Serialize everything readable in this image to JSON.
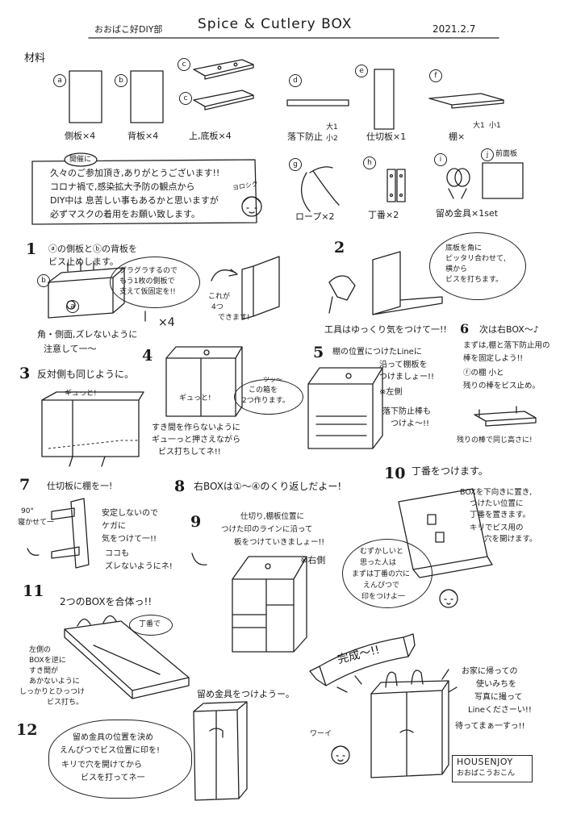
{
  "header": {
    "club": "おおばこ好DIY部",
    "title": "Spice & Cutlery BOX",
    "date": "2021.2.7"
  },
  "materials": {
    "heading": "材料",
    "items": [
      {
        "mark": "a",
        "label": "側板×4"
      },
      {
        "mark": "b",
        "label": "背板×4"
      },
      {
        "mark": "c",
        "label": "上,底板×4"
      },
      {
        "mark": "d",
        "label": "落下防止",
        "sub1": "大1",
        "sub2": "小2"
      },
      {
        "mark": "e",
        "label": "仕切板×1"
      },
      {
        "mark": "f",
        "label": "棚×",
        "sub1": "大1",
        "sub2": "小1"
      },
      {
        "mark": "g",
        "label": "ロープ×2"
      },
      {
        "mark": "h",
        "label": "丁番×2"
      },
      {
        "mark": "i",
        "label": "留め金具×1set"
      },
      {
        "mark": "j",
        "label": "前面板"
      }
    ]
  },
  "notice": {
    "tag": "開催に",
    "lines": [
      "久々のご参加頂き,ありがとうございます!!",
      "コロナ禍で,感染拡大予防の観点から",
      "DIY中は 息苦しい事もあるかと思いますが",
      "必ずマスクの着用をお願い致します。"
    ],
    "aside": "ヨロシク"
  },
  "steps": [
    {
      "n": "1",
      "text": [
        "ⓐの側板とⓑの背板を",
        "ビス止めします。"
      ],
      "bubble": [
        "グラグラするので",
        "もう1枚の側板で",
        "支えて仮固定を!!"
      ],
      "note": [
        "角・側面,ズレないように",
        "注意して一〜"
      ],
      "extra": "×4",
      "arrow_note": [
        "これが",
        "4つ",
        "できます!"
      ]
    },
    {
      "n": "2",
      "bubble": [
        "底板を角に",
        "ピッタリ合わせて,",
        "横から",
        "ビスを打ちます。"
      ],
      "note": "工具はゆっくり気をつけて一!!"
    },
    {
      "n": "3",
      "text": "反対側も同じように。",
      "tag": "ギュっと!"
    },
    {
      "n": "4",
      "text": [
        "すき間を作らないように",
        "ギュ一っと押さえながら",
        "ビス打ちしてネ!!"
      ],
      "tag": "ギュっと!",
      "bubble": [
        "この箱を",
        "2つ作ります。"
      ],
      "aside": "ツッ〜"
    },
    {
      "n": "5",
      "text": [
        "棚の位置につけたLineに",
        "沿って棚板を",
        "つけましょー!!"
      ],
      "tag": "※左側",
      "note": [
        "落下防止棒も",
        "つけよ〜!!"
      ]
    },
    {
      "n": "6",
      "text": [
        "次は右BOX〜♪",
        "まずは,棚と落下防止用の",
        "棒を固定しよう!!",
        "ⓕの棚 小と",
        "残りの棒をビス止め。"
      ],
      "note": "残りの棒で同じ高さに!"
    },
    {
      "n": "7",
      "text": "仕切板に棚を一!",
      "note": [
        "安定しないので",
        "ケガに",
        "気をつけて一!!",
        "ココも",
        "ズレないようにネ!"
      ],
      "angle": [
        "90°",
        "寝かせて一"
      ]
    },
    {
      "n": "8",
      "text": "右BOXは①〜④のくり返しだよー!"
    },
    {
      "n": "9",
      "text": [
        "仕切り,棚板位置に",
        "つけた印のラインに沿って",
        "板をつけていきましょー!!"
      ],
      "tag": "※右側"
    },
    {
      "n": "10",
      "text": "丁番をつけます。",
      "note": [
        "BOXを下向きに置き,",
        "つけたい位置に",
        "丁番を置きます。",
        "キリでビス用の",
        "穴を開けます。"
      ],
      "bubble": [
        "むずかしいと",
        "思った人は",
        "まずは丁番の穴に",
        "えんぴつで",
        "印をつけよ一"
      ]
    },
    {
      "n": "11",
      "text": "2つのBOXを合体っ!!",
      "tag": "丁番で",
      "note": [
        "左側の",
        "BOXを逆に",
        "すき間が",
        "あかないように",
        "しっかりとひっつけ",
        "ビス打ち。"
      ]
    },
    {
      "n": "12",
      "bubble": [
        "留め金具の位置を決め",
        "えんぴつでビス位置に印を!",
        "キリで穴を開けてから",
        "ビスを打ってネ一"
      ],
      "text": "留め金具をつけようー。"
    }
  ],
  "finish": {
    "banner": "完成〜!!",
    "cheer": "ワーイ",
    "message": [
      "お家に帰っての",
      "使いみちを",
      "写真に撮って",
      "Lineくださーい!!",
      "待ってまぁ一すっ!!"
    ],
    "sign_title": "HOUSENJOY",
    "sign_name": "おおばこうおこん"
  }
}
